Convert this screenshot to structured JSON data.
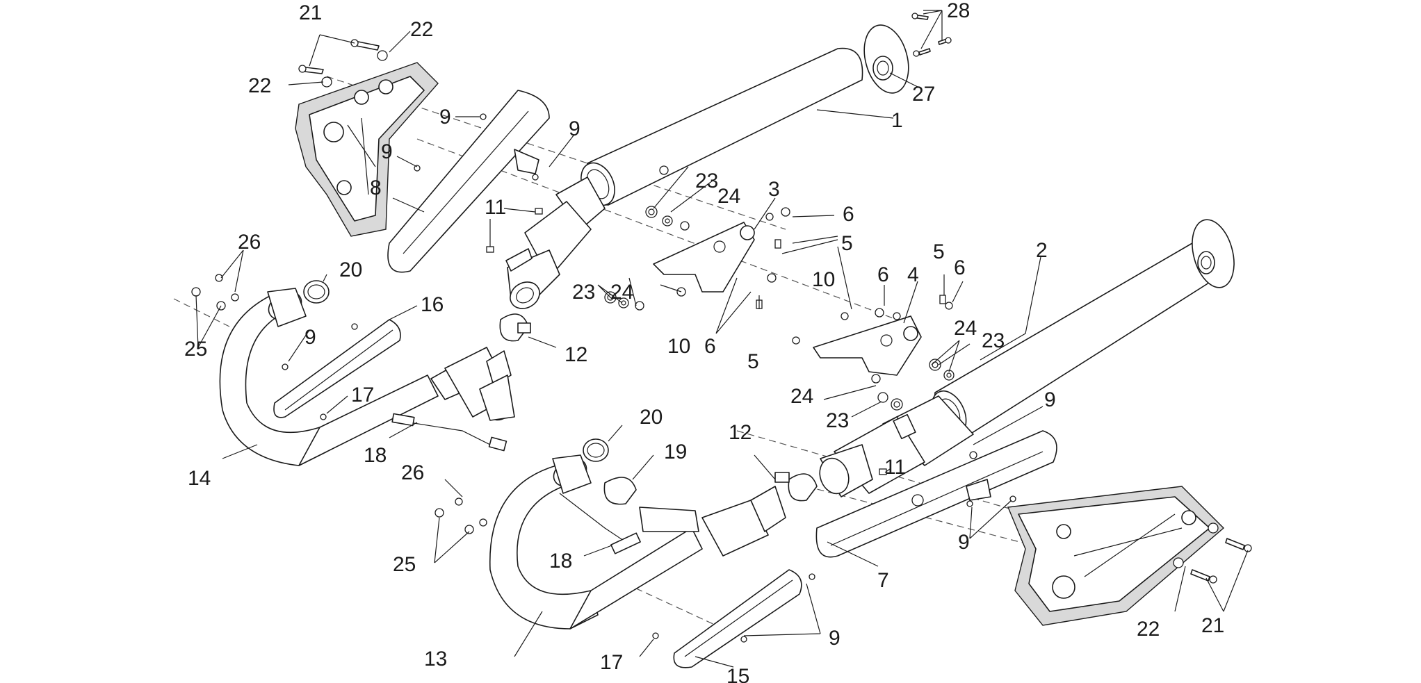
{
  "callouts": {
    "c1": "1",
    "c2": "2",
    "c3": "3",
    "c4": "4",
    "c5a": "5",
    "c5b": "5",
    "c5c": "5",
    "c6a": "6",
    "c6b": "6",
    "c6c": "6",
    "c6d": "6",
    "c7": "7",
    "c8": "8",
    "c9a": "9",
    "c9b": "9",
    "c9c": "9",
    "c9d": "9",
    "c9e": "9",
    "c9f": "9",
    "c9g": "9",
    "c10a": "10",
    "c10b": "10",
    "c11a": "11",
    "c11b": "11",
    "c12a": "12",
    "c12b": "12",
    "c13": "13",
    "c14": "14",
    "c15": "15",
    "c16": "16",
    "c17a": "17",
    "c17b": "17",
    "c18a": "18",
    "c18b": "18",
    "c19": "19",
    "c20a": "20",
    "c20b": "20",
    "c21a": "21",
    "c21b": "21",
    "c22a": "22",
    "c22b": "22",
    "c22c": "22",
    "c23a": "23",
    "c23b": "23",
    "c23c": "23",
    "c23d": "23",
    "c24a": "24",
    "c24b": "24",
    "c24c": "24",
    "c24d": "24",
    "c25a": "25",
    "c25b": "25",
    "c26a": "26",
    "c26b": "26",
    "c27": "27",
    "c28": "28"
  }
}
